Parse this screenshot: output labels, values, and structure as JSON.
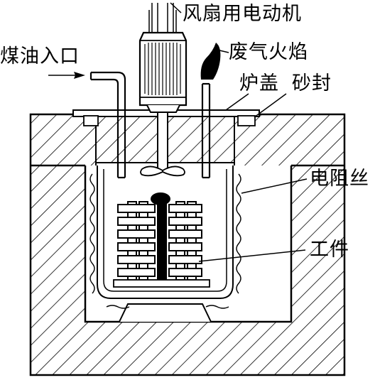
{
  "labels": {
    "motor": "风扇用电动机",
    "oil_inlet": "煤油入口",
    "exhaust": "废气火焰",
    "lid": "炉盖",
    "sand_seal": "砂封",
    "heater_wire": "电阻丝",
    "workpiece": "工件"
  }
}
